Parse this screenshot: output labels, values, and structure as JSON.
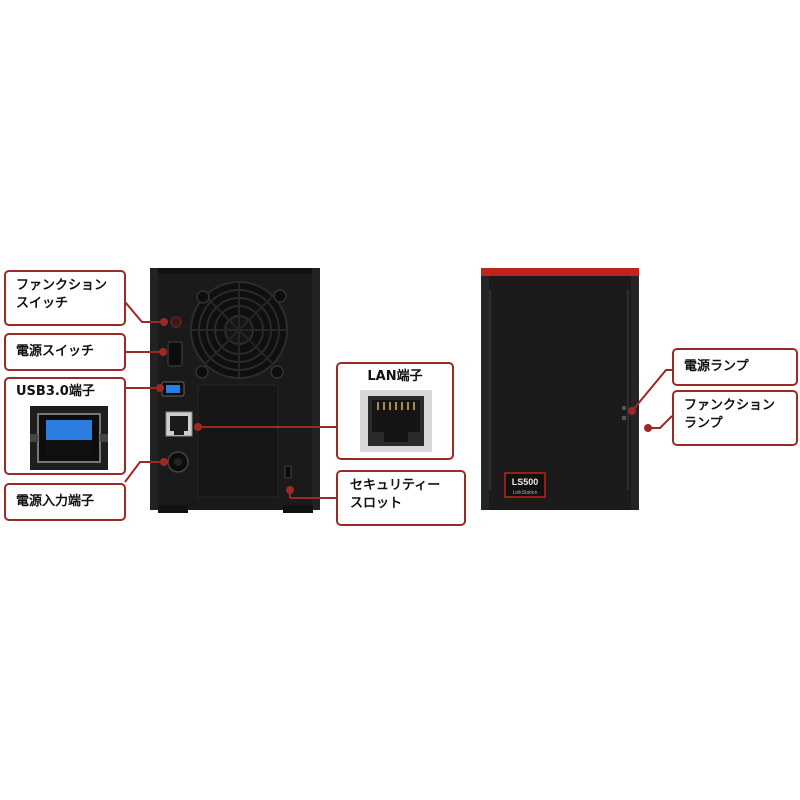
{
  "labels": {
    "function_switch": [
      "ファンクション",
      "スイッチ"
    ],
    "power_switch": "電源スイッチ",
    "usb": "USB3.0端子",
    "power_input": "電源入力端子",
    "lan": "LAN端子",
    "security_slot": [
      "セキュリティー",
      "スロット"
    ],
    "power_lamp": "電源ランプ",
    "function_lamp": [
      "ファンクション",
      "ランプ"
    ]
  },
  "product_badge": {
    "model": "LS500",
    "brand": "LinkStation"
  },
  "colors": {
    "accent": "#9b2a24",
    "device_body": "#1b1b1b",
    "device_red": "#c0231b",
    "usb_blue": "#2b7de0"
  }
}
